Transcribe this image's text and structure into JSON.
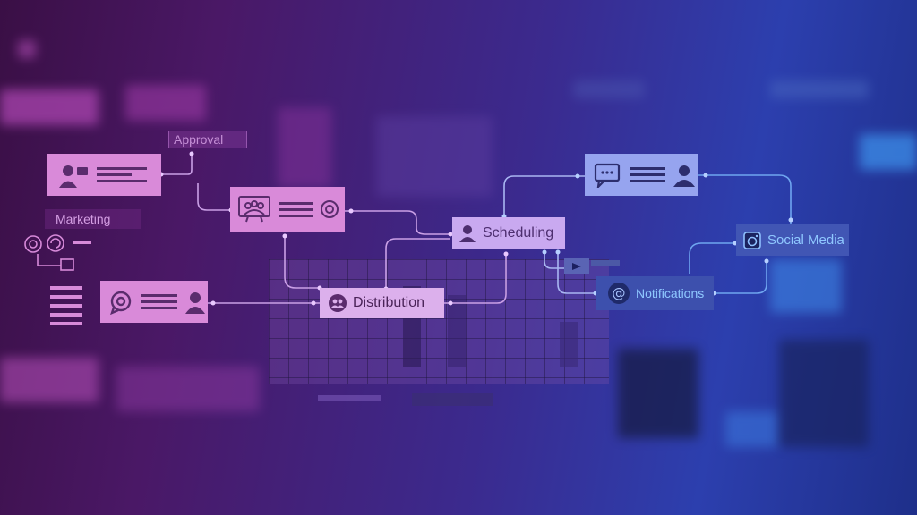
{
  "nodes": {
    "approval": "Approval",
    "marketing": "Marketing",
    "scheduling": "Scheduling",
    "distribution": "Distribution",
    "social_media": "Social Media",
    "notifications": "Notifications"
  },
  "icons": {
    "scheduling": "user-icon",
    "distribution": "group-icon",
    "social_media": "instagram-icon",
    "notifications": "at-icon"
  },
  "colors": {
    "accent_pink": "#d98ad9",
    "accent_blue": "#7f9be8",
    "line": "#c9a0e8"
  }
}
